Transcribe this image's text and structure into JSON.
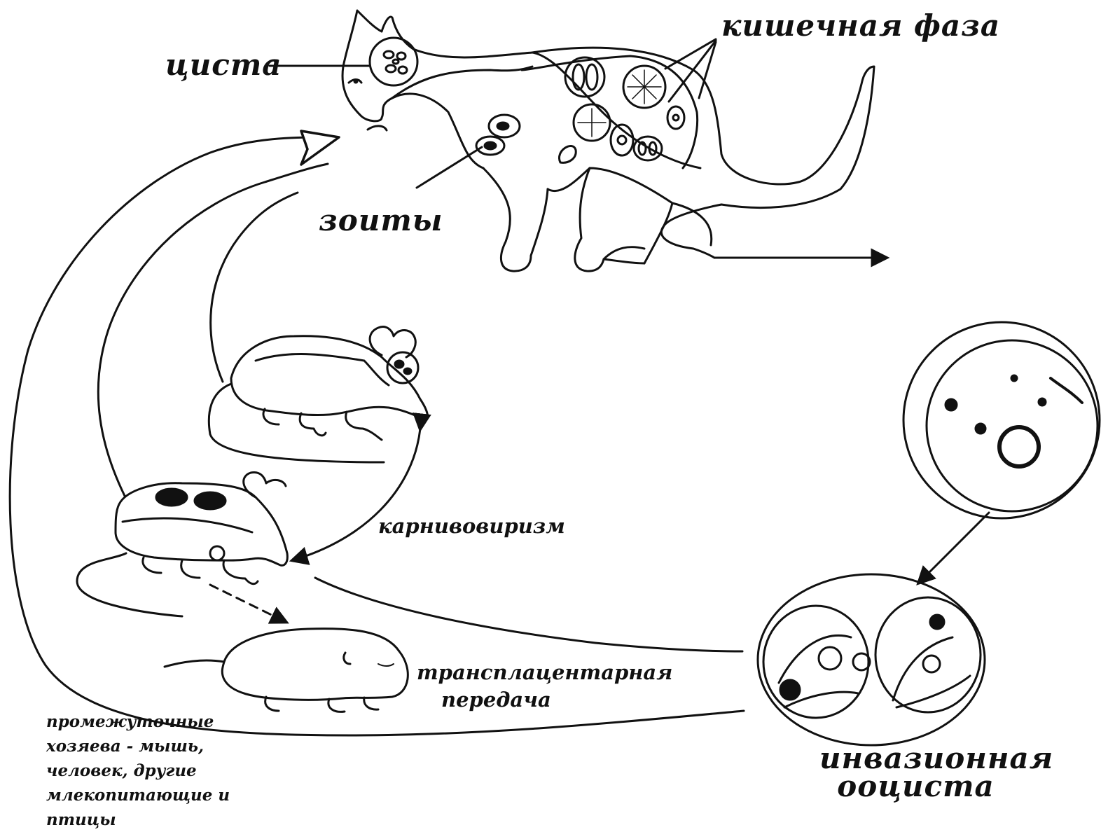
{
  "labels": {
    "cyst": "циста",
    "intestinal_phase": "кишечная фаза",
    "zoites": "зоиты",
    "carnivorism": "карнивовиризм",
    "transplacental_line1": "трансплацентарная",
    "transplacental_line2": "передача",
    "hosts_lines": [
      "промежуточные",
      "хозяева - мышь,",
      "человек,  другие",
      "млекопитающие и",
      "птицы"
    ],
    "oocyst_line1": "инвазионная",
    "oocyst_line2": "ооциста"
  },
  "colors": {
    "ink": "#111111",
    "background": "#ffffff"
  }
}
